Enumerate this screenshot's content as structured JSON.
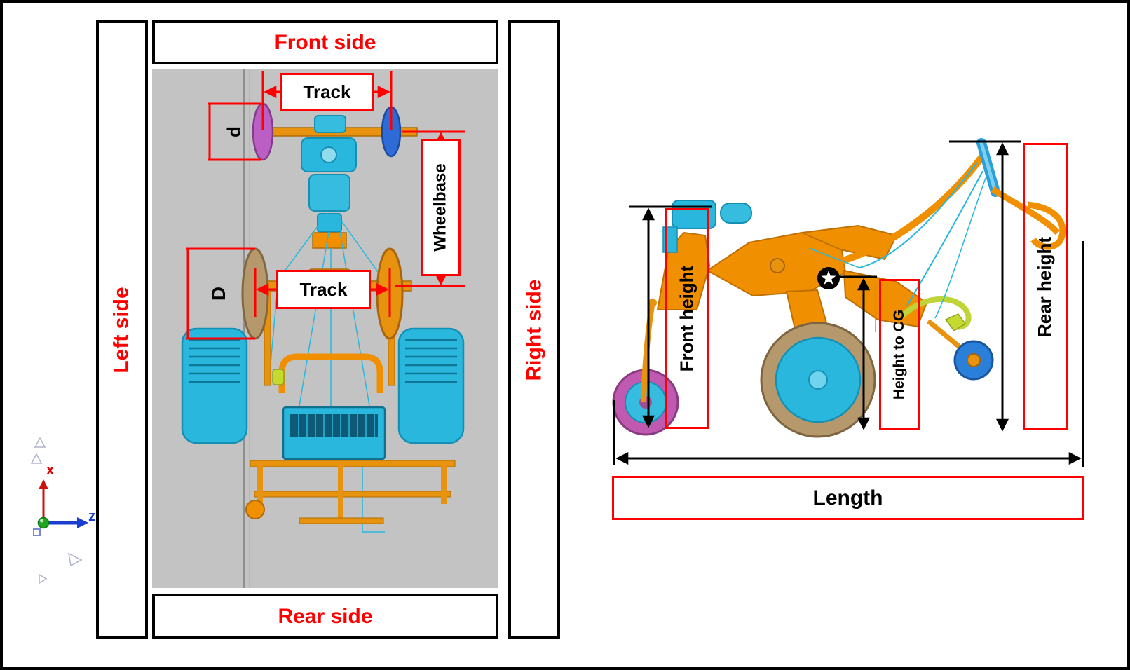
{
  "diagram": {
    "top_view": {
      "front_side_label": "Front side",
      "rear_side_label": "Rear side",
      "left_side_label": "Left side",
      "right_side_label": "Right side",
      "front_track_label": "Track",
      "rear_track_label": "Track",
      "wheelbase_label": "Wheelbase",
      "big_wheel_diameter_label": "D",
      "small_wheel_diameter_label": "d"
    },
    "side_view": {
      "front_height_label": "Front height",
      "height_to_cg_label": "Height to CG",
      "rear_height_label": "Rear height",
      "length_label": "Length"
    },
    "axis_triad": {
      "x_axis_label": "x",
      "z_axis_label": "z"
    },
    "colors": {
      "annotation_red": "#ff0000",
      "annotation_black": "#000000",
      "machine_cyan": "#2ab7dd",
      "machine_orange": "#f09000",
      "front_wheel_purple": "#bb5fc4",
      "front_wheel_blue": "#2e6bd6",
      "tire_tan": "#b5986b",
      "lever_green": "#bfd437",
      "ground_gray": "#c3c3c3"
    }
  }
}
